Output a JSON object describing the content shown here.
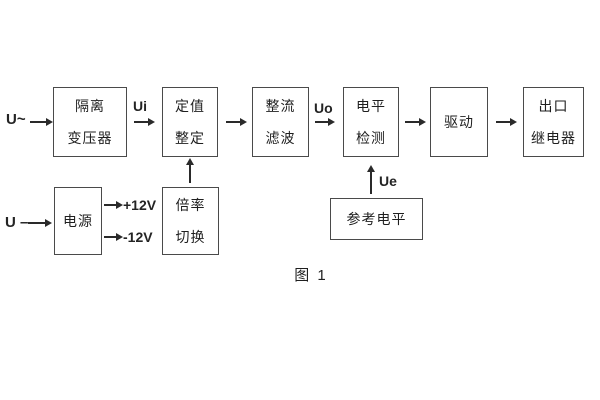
{
  "diagram": {
    "caption": "图 1",
    "colors": {
      "background": "#ffffff",
      "box_border": "#4a4a4a",
      "text": "#1f1f1f",
      "arrow": "#2a2a2a"
    },
    "blocks": {
      "isolation_transformer": {
        "line1": "隔离",
        "line2": "变压器"
      },
      "setting_adjustment": {
        "line1": "定值",
        "line2": "整定"
      },
      "rectify_filter": {
        "line1": "整流",
        "line2": "滤波"
      },
      "level_detection": {
        "line1": "电平",
        "line2": "检测"
      },
      "drive": {
        "line1": "驱动"
      },
      "output_relay": {
        "line1": "出口",
        "line2": "继电器"
      },
      "power_supply": {
        "line1": "电源"
      },
      "ratio_switch": {
        "line1": "倍率",
        "line2": "切换"
      },
      "reference_level": {
        "line1": "参考电平"
      }
    },
    "signals": {
      "u_ac": "U~",
      "u_dc": "U –",
      "ui": "Ui",
      "uo": "Uo",
      "ue": "Ue",
      "plus_12v": "+12V",
      "minus_12v": "-12V"
    }
  }
}
